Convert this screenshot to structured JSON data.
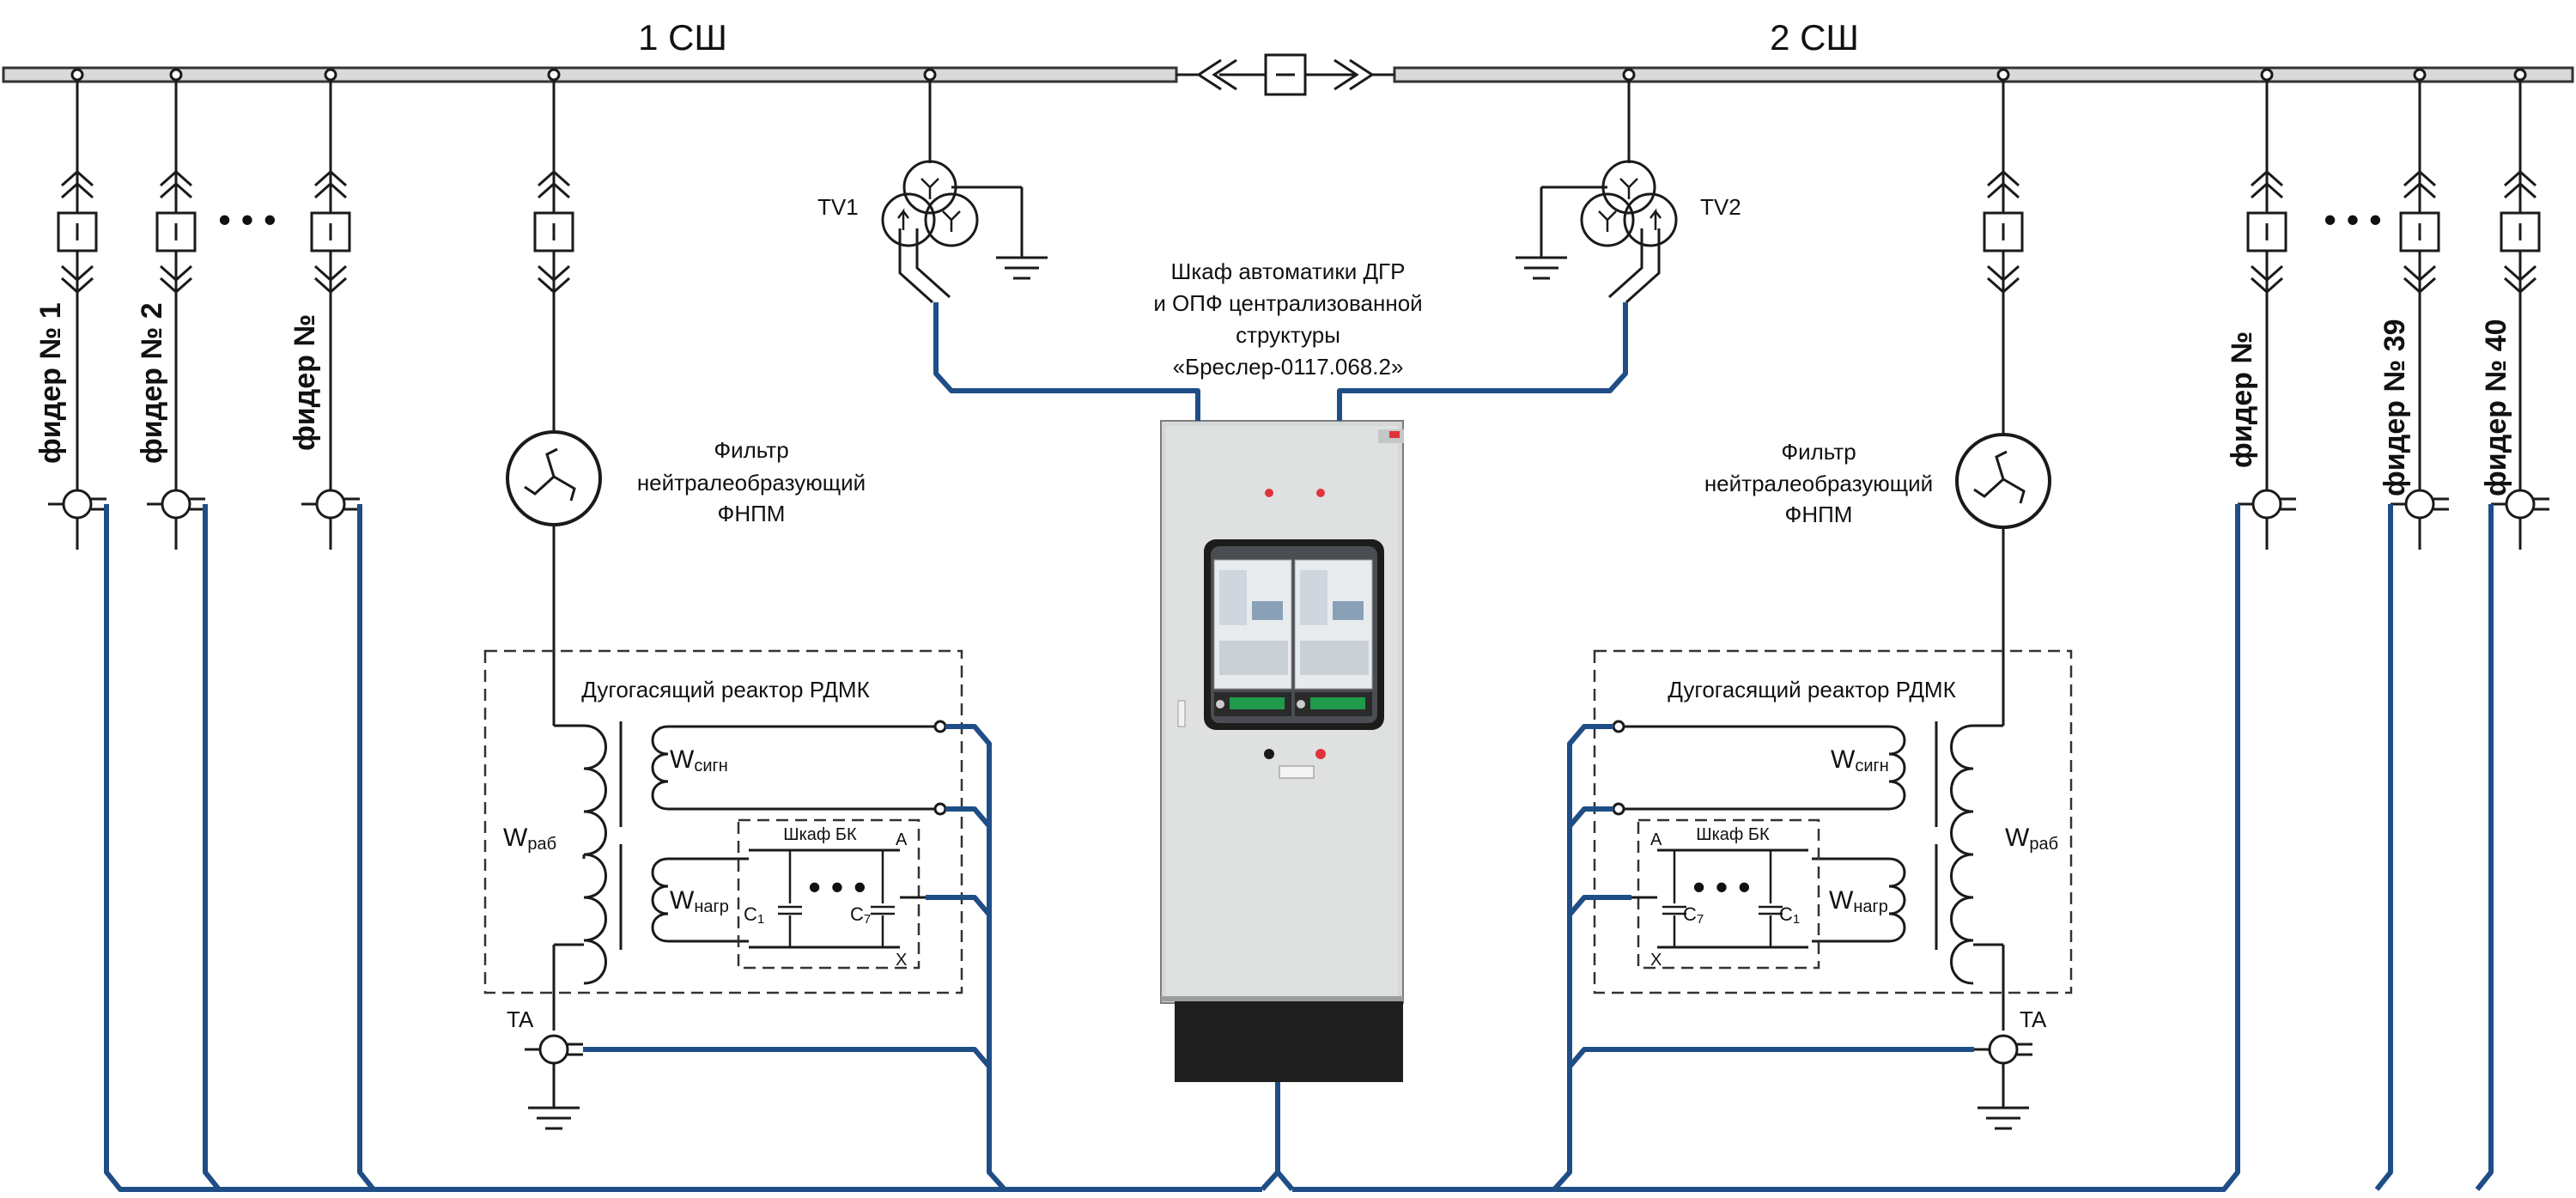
{
  "bus1_label": "1 СШ",
  "bus2_label": "2 СШ",
  "tv1_label": "TV1",
  "tv2_label": "TV2",
  "cabinet_caption": {
    "line1": "Шкаф автоматики ДГР",
    "line2": "и ОПФ централизованной",
    "line3": "структуры",
    "line4": "«Бреслер-0117.068.2»"
  },
  "filter_left": {
    "line1": "Фильтр",
    "line2": "нейтралеобразующий",
    "line3": "ФНПМ"
  },
  "filter_right": {
    "line1": "Фильтр",
    "line2": "нейтралеобразующий",
    "line3": "ФНПМ"
  },
  "reactor_left": {
    "title": "Дугогасящий реактор РДМК",
    "w_signal": {
      "base": "W",
      "sub": "сигн"
    },
    "w_work": {
      "base": "W",
      "sub": "раб"
    },
    "w_load": {
      "base": "W",
      "sub": "нагр"
    },
    "bk_title": "Шкаф БК",
    "c_first": {
      "base": "C",
      "sub": "1"
    },
    "c_last": {
      "base": "C",
      "sub": "7"
    },
    "term_a": "A",
    "term_x": "X",
    "ta_label": "TA"
  },
  "reactor_right": {
    "title": "Дугогасящий реактор РДМК",
    "w_signal": {
      "base": "W",
      "sub": "сигн"
    },
    "w_work": {
      "base": "W",
      "sub": "раб"
    },
    "w_load": {
      "base": "W",
      "sub": "нагр"
    },
    "bk_title": "Шкаф БК",
    "c_first": {
      "base": "C",
      "sub": "7"
    },
    "c_last": {
      "base": "C",
      "sub": "1"
    },
    "term_a": "A",
    "term_x": "X",
    "ta_label": "TA"
  },
  "feeders": {
    "f1": "фидер № 1",
    "f2": "фидер № 2",
    "fn_left": "фидер №",
    "fn_right": "фидер №",
    "f39": "фидер № 39",
    "f40": "фидер № 40"
  },
  "ellipsis": "• • •",
  "colors": {
    "cable": "#1f4e86",
    "cabinet_body": "#d6d8d8",
    "cabinet_plinth": "#1e1e1e",
    "indicator_red": "#e0343a",
    "terminal_green": "#1f9a4a"
  }
}
